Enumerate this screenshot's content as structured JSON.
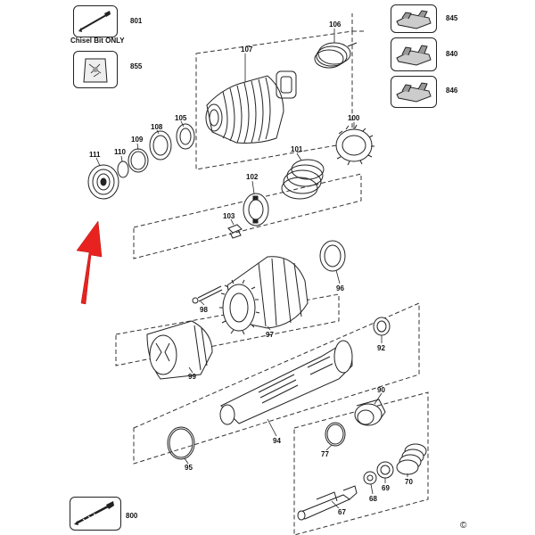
{
  "kit_caption": "Chisel Bit ONLY",
  "copyright": "©",
  "parts": {
    "p801": "801",
    "p855": "855",
    "p845": "845",
    "p840": "840",
    "p846": "846",
    "p106": "106",
    "p107": "107",
    "p105": "105",
    "p108": "108",
    "p109": "109",
    "p110": "110",
    "p111": "111",
    "p100": "100",
    "p101": "101",
    "p102": "102",
    "p103": "103",
    "p96": "96",
    "p98": "98",
    "p97": "97",
    "p99": "99",
    "p92": "92",
    "p90": "90",
    "p94": "94",
    "p95": "95",
    "p77": "77",
    "p70": "70",
    "p69": "69",
    "p68": "68",
    "p67": "67",
    "p800": "800"
  },
  "colors": {
    "line": "#222222",
    "arrow": "#e8231f"
  },
  "icons": {
    "kit801": "chisel-bit-icon",
    "kit855": "bag-icon",
    "kit845": "brush-holder-icon",
    "kit840": "brush-holder-icon",
    "kit846": "brush-holder-icon",
    "kit800": "drill-bit-icon"
  }
}
